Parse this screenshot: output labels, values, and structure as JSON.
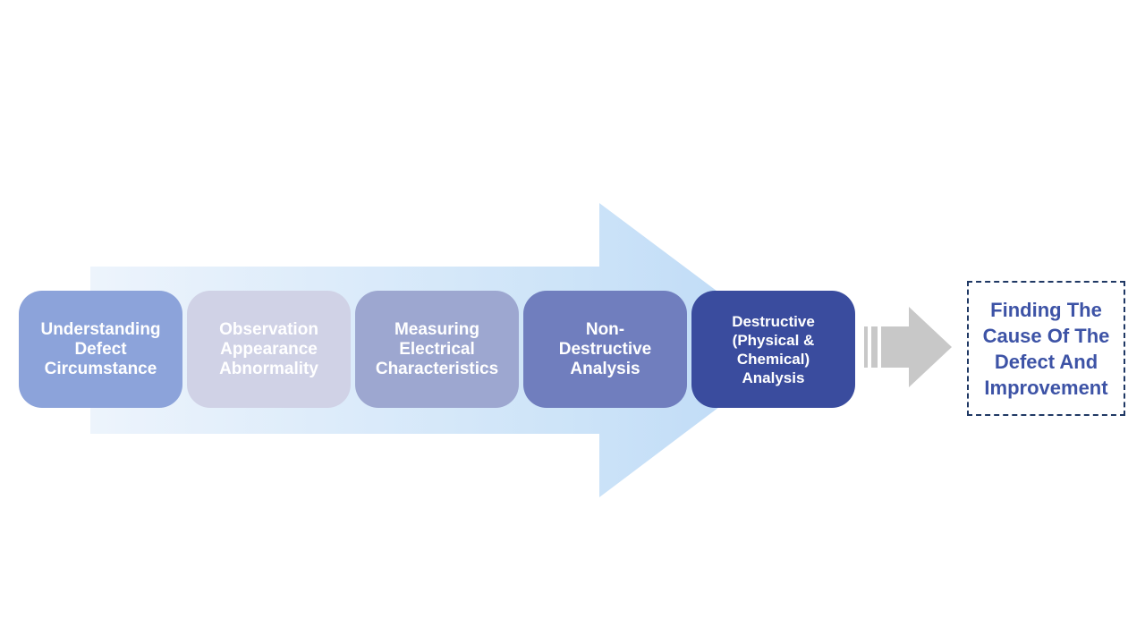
{
  "page": {
    "background_color": "#FFFFFF"
  },
  "diagram": {
    "type": "process-flow",
    "steps": [
      {
        "label_lines": [
          "Understanding",
          "Defect",
          "Circumstance"
        ],
        "color": "#8CA3DA",
        "text_color": "#FFFFFF"
      },
      {
        "label_lines": [
          "Observation",
          "Appearance",
          "Abnormality"
        ],
        "color": "#D0D2E6",
        "text_color": "#FFFFFF"
      },
      {
        "label_lines": [
          "Measuring",
          "Electrical",
          "Characteristics"
        ],
        "color": "#9DA7D0",
        "text_color": "#FFFFFF"
      },
      {
        "label_lines": [
          "Non-",
          "Destructive",
          "Analysis"
        ],
        "color": "#707EBE",
        "text_color": "#FFFFFF"
      },
      {
        "label_lines": [
          "Destructive",
          "(Physical &",
          "Chemical)",
          "Analysis"
        ],
        "color": "#3A4C9E",
        "text_color": "#FFFFFF"
      }
    ],
    "flow_arrow": {
      "name": "big-right-arrow",
      "gradient_start": "#EDF4FC",
      "gradient_mid": "#CCE3F8",
      "gradient_end": "#BCD9F6"
    },
    "transition_arrow": {
      "name": "striped-right-arrow",
      "color": "#C8C8C8"
    },
    "outcome": {
      "label_lines": [
        "Finding The",
        "Cause Of The",
        "Defect And",
        "Improvement"
      ],
      "text_color": "#3D53A6",
      "border_color": "#1F3864"
    }
  }
}
